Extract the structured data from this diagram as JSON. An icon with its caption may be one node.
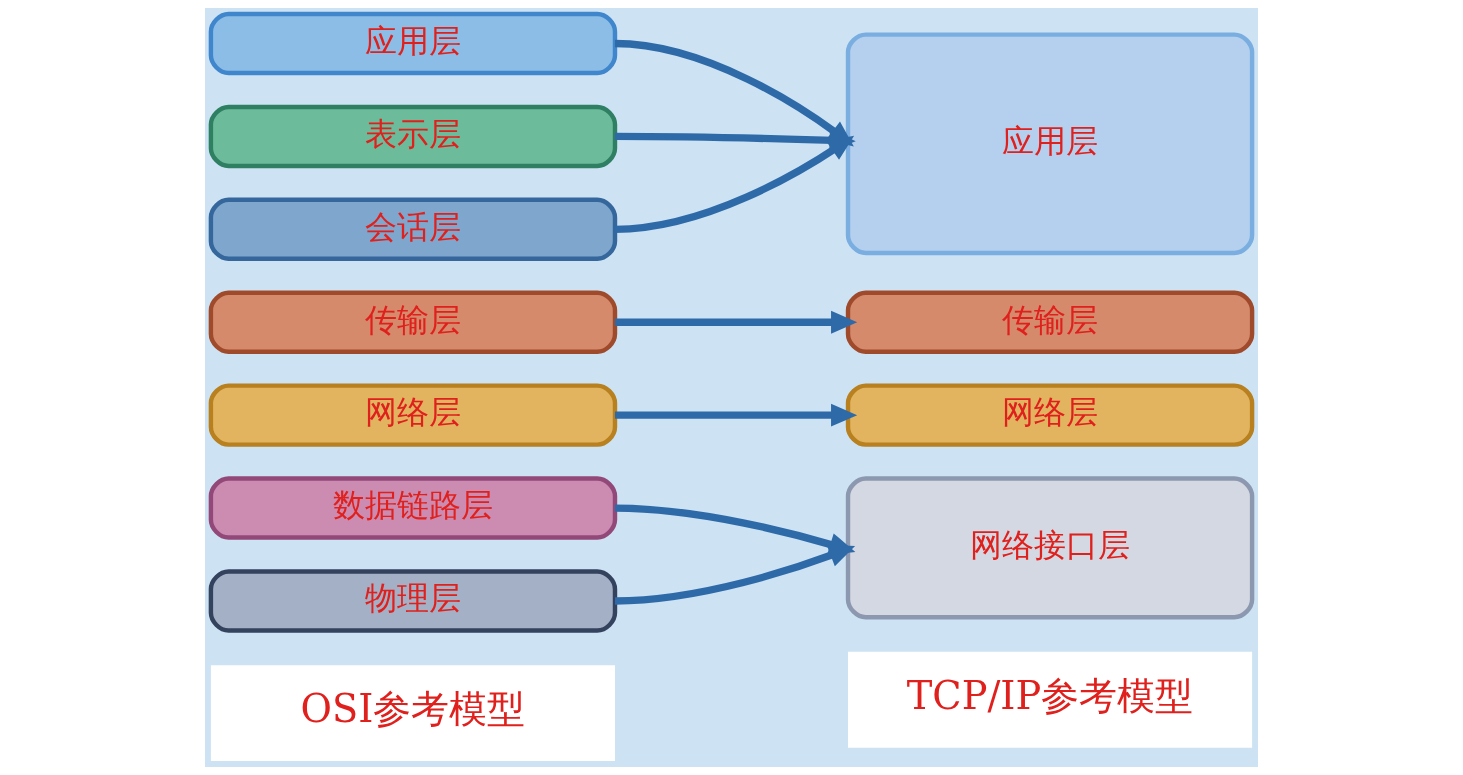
{
  "diagram": {
    "nodes": [
      {
        "text": [
          "应用层"
        ]
      },
      {
        "text": [
          "表示层"
        ]
      },
      {
        "text": [
          "会话层"
        ]
      },
      {
        "text": [
          "传输层"
        ]
      },
      {
        "text": [
          "网络层"
        ]
      },
      {
        "text": [
          "数据链路层"
        ]
      },
      {
        "text": [
          "物理层"
        ]
      },
      {
        "text": [
          "应用层"
        ]
      },
      {
        "text": [
          "传输层"
        ]
      },
      {
        "text": [
          "网络层"
        ]
      },
      {
        "text": [
          "网络接口层"
        ]
      }
    ],
    "edges": [
      {
        "from": 0,
        "to": 7,
        "arrow": "to"
      },
      {
        "from": 1,
        "to": 7,
        "arrow": "to"
      },
      {
        "from": 2,
        "to": 7,
        "arrow": "to"
      },
      {
        "from": 3,
        "to": 8,
        "arrow": "to"
      },
      {
        "from": 4,
        "to": 9,
        "arrow": "to"
      },
      {
        "from": 5,
        "to": 10,
        "arrow": "to"
      },
      {
        "from": 6,
        "to": 10,
        "arrow": "to"
      }
    ],
    "labels": [
      "OSI参考模型",
      "TCP/IP参考模型"
    ]
  }
}
